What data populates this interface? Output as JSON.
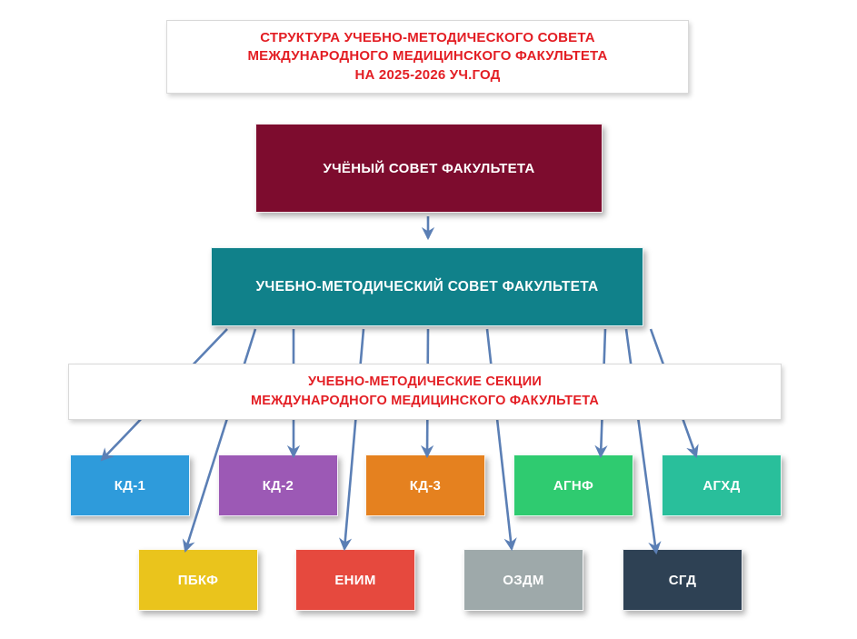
{
  "header": {
    "lines": [
      "СТРУКТУРА УЧЕБНО-МЕТОДИЧЕСКОГО СОВЕТА",
      "МЕЖДУНАРОДНОГО МЕДИЦИНСКОГО ФАКУЛЬТЕТА",
      "НА 2025-2026 УЧ.ГОД"
    ]
  },
  "org": {
    "root": {
      "label": "УЧЁНЫЙ СОВЕТ ФАКУЛЬТЕТА",
      "bg": "#7d0c2e"
    },
    "council": {
      "label": "УЧЕБНО-МЕТОДИЧЕСКИЙ СОВЕТ ФАКУЛЬТЕТА",
      "bg": "#10818a"
    },
    "sections_header": {
      "lines": [
        "УЧЕБНО-МЕТОДИЧЕСКИЕ СЕКЦИИ",
        "МЕЖДУНАРОДНОГО МЕДИЦИНСКОГО ФАКУЛЬТЕТА"
      ]
    },
    "sections": {
      "row1": [
        {
          "id": "kd-1",
          "label": "КД-1",
          "bg": "#2e9bdb"
        },
        {
          "id": "kd-2",
          "label": "КД-2",
          "bg": "#9c59b5"
        },
        {
          "id": "kd-3",
          "label": "КД-3",
          "bg": "#e5811f"
        },
        {
          "id": "agnf",
          "label": "АГНФ",
          "bg": "#2fcb70"
        },
        {
          "id": "aghd",
          "label": "АГХД",
          "bg": "#29bf9b"
        }
      ],
      "row2": [
        {
          "id": "pbkf",
          "label": "ПБКФ",
          "bg": "#eac41c"
        },
        {
          "id": "enim",
          "label": "ЕНИМ",
          "bg": "#e6493e"
        },
        {
          "id": "ozdm",
          "label": "ОЗДМ",
          "bg": "#9ea9aa"
        },
        {
          "id": "sgd",
          "label": "СГД",
          "bg": "#2e4154"
        }
      ]
    }
  },
  "colors": {
    "title_text": "#e31e24",
    "connector": "#5b7fb5",
    "node_text": "#ffffff",
    "page_background": "#ffffff"
  }
}
